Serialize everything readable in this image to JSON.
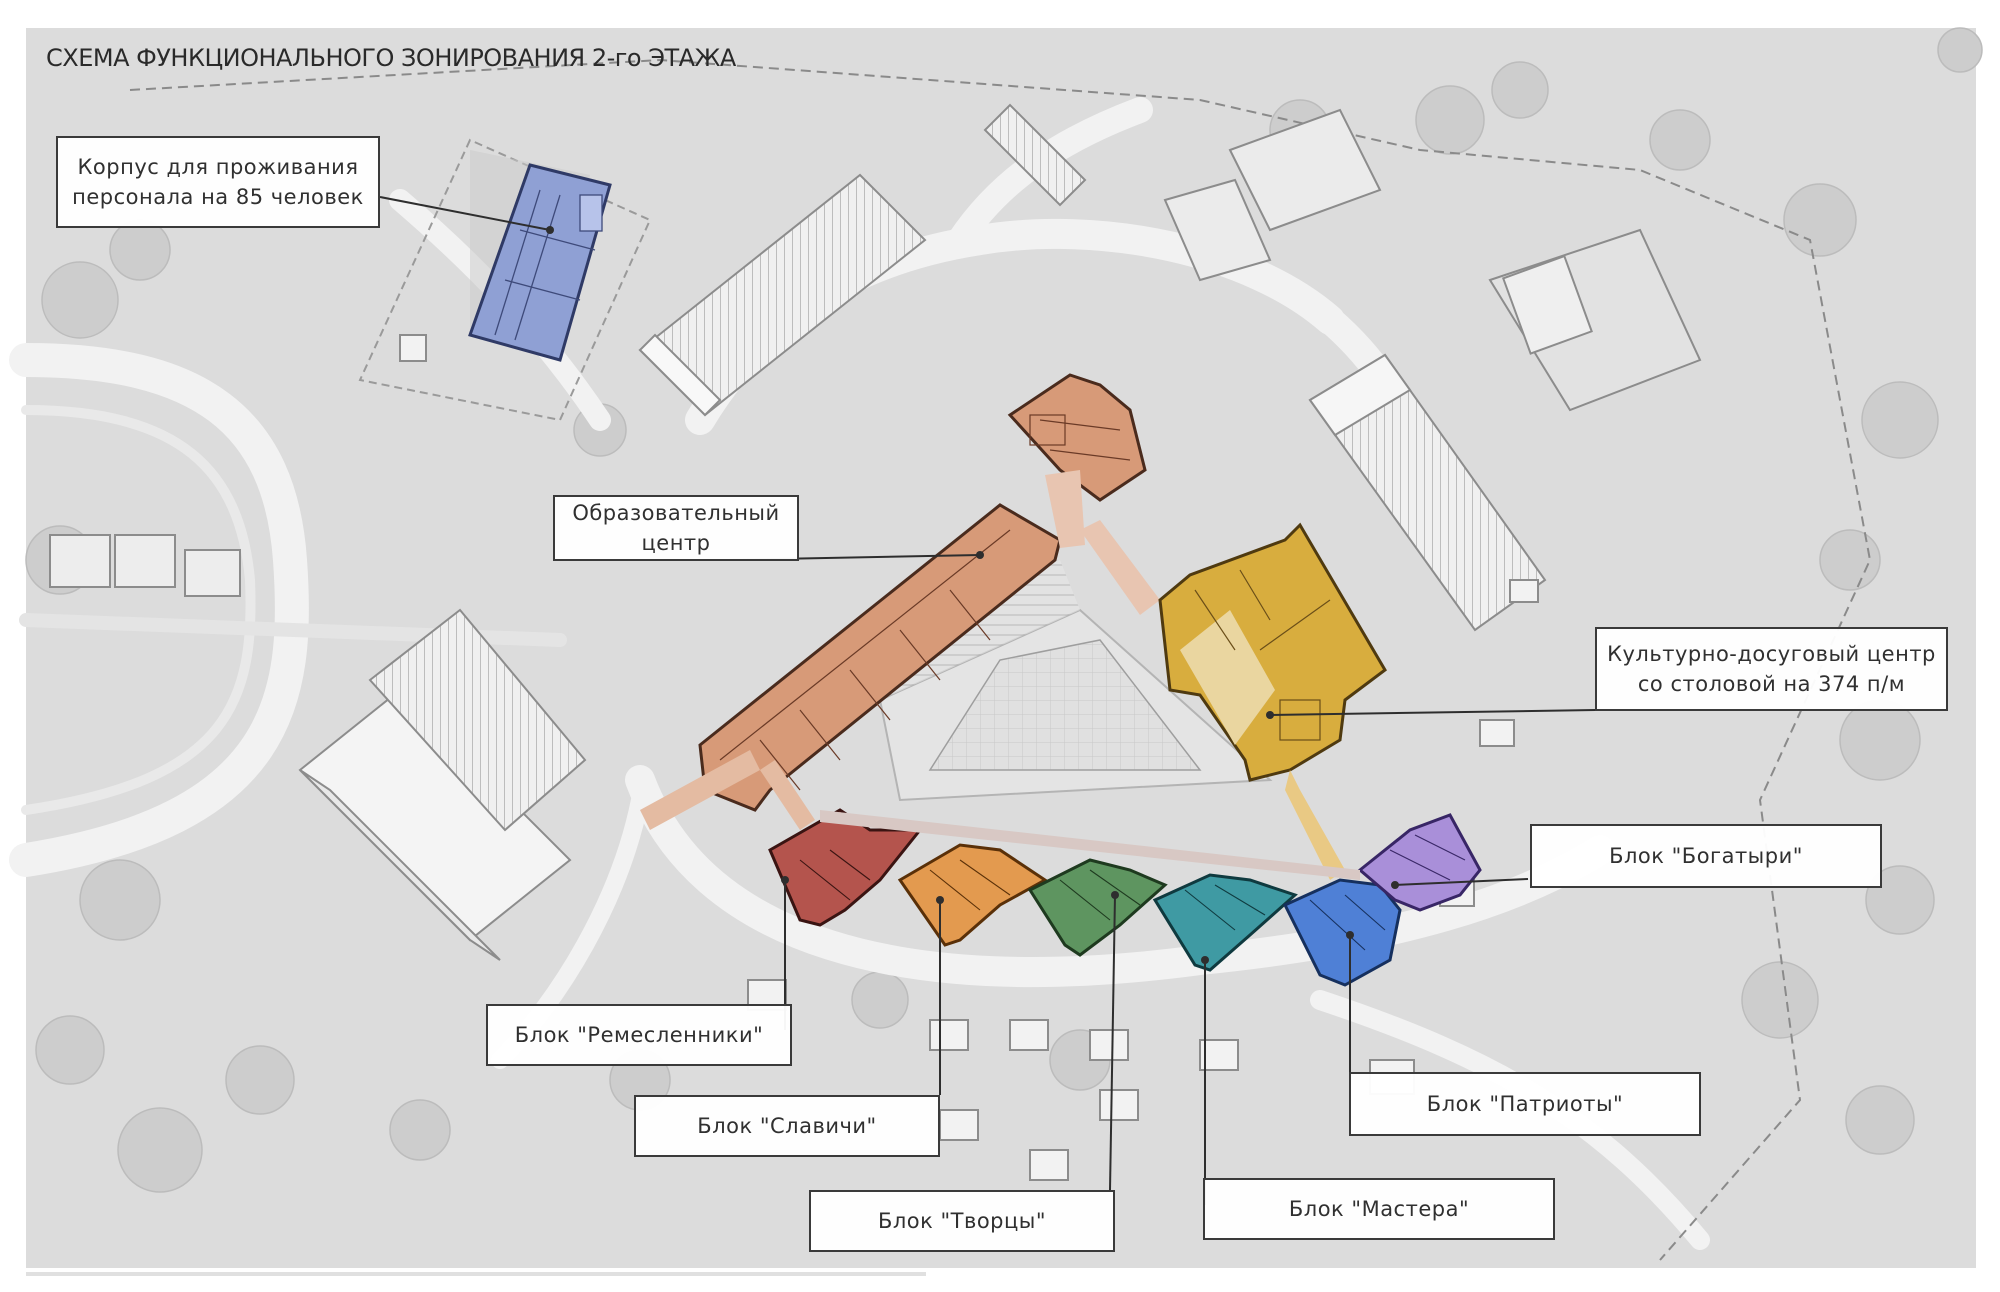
{
  "title": "СХЕМА ФУНКЦИОНАЛЬНОГО ЗОНИРОВАНИЯ 2-го ЭТАЖА",
  "callouts": {
    "staff_housing": {
      "line1": "Корпус для проживания",
      "line2": "персонала на 85 человек",
      "color": "#8fa0d4"
    },
    "education_center": {
      "line1": "Образовательный",
      "line2": "центр",
      "color": "#d79a78"
    },
    "culture_center": {
      "line1": "Культурно-досуговый центр",
      "line2": "со столовой на 374 п/м",
      "color": "#d8ad3e"
    },
    "block_bogatyri": {
      "label": "Блок \"Богатыри\"",
      "color": "#a98fd9"
    },
    "block_remeslenniki": {
      "label": "Блок \"Ремесленники\"",
      "color": "#b4544d"
    },
    "block_slavichi": {
      "label": "Блок \"Славичи\"",
      "color": "#e39a4f"
    },
    "block_patrioty": {
      "label": "Блок \"Патриоты\"",
      "color": "#4f80d6"
    },
    "block_tvortsy": {
      "label": "Блок \"Творцы\"",
      "color": "#5e9560"
    },
    "block_mastera": {
      "label": "Блок \"Мастера\"",
      "color": "#3f9aa3"
    }
  }
}
